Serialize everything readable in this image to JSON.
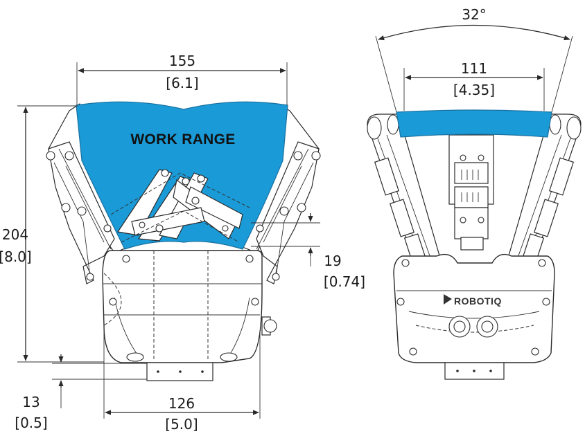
{
  "work_range_label": "WORK RANGE",
  "brand_label": "ROBOTIQ",
  "colors": {
    "work_range_fill": "#1a9ad6",
    "line": "#2a2a2a"
  },
  "dimensions": {
    "top_width_mm": "155",
    "top_width_in": "[6.1]",
    "height_mm": "204",
    "height_in": "[8.0]",
    "finger_gap_mm": "19",
    "finger_gap_in": "[0.74]",
    "flange_mm": "13",
    "flange_in": "[0.5]",
    "base_width_mm": "126",
    "base_width_in": "[5.0]",
    "angle": "32°",
    "side_width_mm": "111",
    "side_width_in": "[4.35]"
  }
}
